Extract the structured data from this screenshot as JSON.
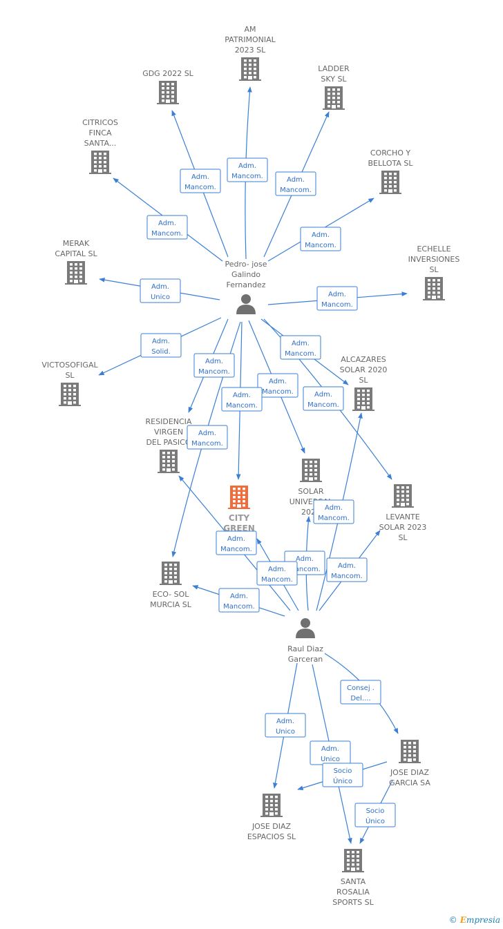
{
  "nodes": [
    {
      "id": "am",
      "kind": "company",
      "lines": [
        "AM",
        "PATRIMONIAL",
        "2023  SL"
      ]
    },
    {
      "id": "gdg",
      "kind": "company",
      "lines": [
        "GDG 2022  SL"
      ]
    },
    {
      "id": "ladder",
      "kind": "company",
      "lines": [
        "LADDER",
        "SKY  SL"
      ]
    },
    {
      "id": "citricos",
      "kind": "company",
      "lines": [
        "CITRICOS",
        "FINCA",
        "SANTA..."
      ]
    },
    {
      "id": "corcho",
      "kind": "company",
      "lines": [
        "CORCHO Y",
        "BELLOTA  SL"
      ]
    },
    {
      "id": "merak",
      "kind": "company",
      "lines": [
        "MERAK",
        "CAPITAL  SL"
      ]
    },
    {
      "id": "echelle",
      "kind": "company",
      "lines": [
        "ECHELLE",
        "INVERSIONES",
        "SL"
      ]
    },
    {
      "id": "pedro",
      "kind": "person",
      "lines": [
        "Pedro- jose",
        "Galindo",
        "Fernandez"
      ]
    },
    {
      "id": "victo",
      "kind": "company",
      "lines": [
        "VICTOSOFIGAL",
        "SL"
      ]
    },
    {
      "id": "alcazares",
      "kind": "company",
      "lines": [
        "ALCAZARES",
        "SOLAR 2020",
        "SL"
      ]
    },
    {
      "id": "residencia",
      "kind": "company",
      "lines": [
        "RESIDENCIA",
        "VIRGEN",
        "DEL PASICO"
      ]
    },
    {
      "id": "solar",
      "kind": "company",
      "lines": [
        "SOLAR",
        "UNIVERSAL",
        "2023"
      ]
    },
    {
      "id": "city",
      "kind": "main",
      "lines": [
        "CITY",
        "GREEN"
      ]
    },
    {
      "id": "levante",
      "kind": "company",
      "lines": [
        "LEVANTE",
        "SOLAR 2023",
        "SL"
      ]
    },
    {
      "id": "eco",
      "kind": "company",
      "lines": [
        "ECO- SOL",
        "MURCIA  SL"
      ]
    },
    {
      "id": "raul",
      "kind": "person",
      "lines": [
        "Raul Diaz",
        "Garceran"
      ]
    },
    {
      "id": "josegarcia",
      "kind": "company",
      "lines": [
        "JOSE DIAZ",
        "GARCIA SA"
      ]
    },
    {
      "id": "joseesp",
      "kind": "company",
      "lines": [
        "JOSE DIAZ",
        "ESPACIOS  SL"
      ]
    },
    {
      "id": "santa",
      "kind": "company",
      "lines": [
        "SANTA",
        "ROSALIA",
        "SPORTS  SL"
      ]
    }
  ],
  "edges": [
    {
      "from": "pedro",
      "to": "am",
      "lines": [
        "Adm.",
        "Mancom."
      ]
    },
    {
      "from": "pedro",
      "to": "gdg",
      "lines": [
        "Adm.",
        "Mancom."
      ]
    },
    {
      "from": "pedro",
      "to": "ladder",
      "lines": [
        "Adm.",
        "Mancom."
      ]
    },
    {
      "from": "pedro",
      "to": "citricos",
      "lines": [
        "Adm.",
        "Mancom."
      ]
    },
    {
      "from": "pedro",
      "to": "corcho",
      "lines": [
        "Adm.",
        "Mancom."
      ]
    },
    {
      "from": "pedro",
      "to": "merak",
      "lines": [
        "Adm.",
        "Unico"
      ]
    },
    {
      "from": "pedro",
      "to": "echelle",
      "lines": [
        "Adm.",
        "Mancom."
      ]
    },
    {
      "from": "pedro",
      "to": "victo",
      "lines": [
        "Adm.",
        "Solid."
      ]
    },
    {
      "from": "pedro",
      "to": "alcazares",
      "lines": [
        "Adm.",
        "Mancom."
      ]
    },
    {
      "from": "pedro",
      "to": "residencia",
      "lines": [
        "Adm.",
        "Mancom."
      ]
    },
    {
      "from": "pedro",
      "to": "solar",
      "lines": [
        "Adm.",
        "Mancom."
      ]
    },
    {
      "from": "pedro",
      "to": "city",
      "lines": [
        "Adm.",
        "Mancom."
      ]
    },
    {
      "from": "pedro",
      "to": "levante",
      "lines": [
        "Adm.",
        "Mancom."
      ]
    },
    {
      "from": "pedro",
      "to": "eco",
      "lines": [
        "Adm.",
        "Mancom."
      ]
    },
    {
      "from": "raul",
      "to": "residencia",
      "lines": [
        "Adm.",
        "Mancom."
      ]
    },
    {
      "from": "raul",
      "to": "alcazares",
      "lines": [
        "Adm.",
        "Mancom."
      ]
    },
    {
      "from": "raul",
      "to": "solar",
      "lines": [
        "Adm.",
        "Mancom."
      ]
    },
    {
      "from": "raul",
      "to": "city",
      "lines": [
        "Adm.",
        "Mancom."
      ]
    },
    {
      "from": "raul",
      "to": "levante",
      "lines": [
        "Adm.",
        "Mancom."
      ]
    },
    {
      "from": "raul",
      "to": "eco",
      "lines": [
        "Adm.",
        "Mancom."
      ]
    },
    {
      "from": "raul",
      "to": "josegarcia",
      "lines": [
        "Consej .",
        "Del...."
      ]
    },
    {
      "from": "raul",
      "to": "joseesp",
      "lines": [
        "Adm.",
        "Unico"
      ]
    },
    {
      "from": "raul",
      "to": "santa",
      "lines": [
        "Adm.",
        "Unico"
      ]
    },
    {
      "from": "josegarcia",
      "to": "joseesp",
      "lines": [
        "Socio",
        "Único"
      ]
    },
    {
      "from": "josegarcia",
      "to": "santa",
      "lines": [
        "Socio",
        "Único"
      ]
    }
  ],
  "colors": {
    "edge": "#3a7fd5",
    "company": "#7a7a7a",
    "main": "#f26b3a",
    "person": "#707070"
  },
  "footer": {
    "copyright": "©",
    "brand_first": "E",
    "brand_rest": "mpresia"
  }
}
